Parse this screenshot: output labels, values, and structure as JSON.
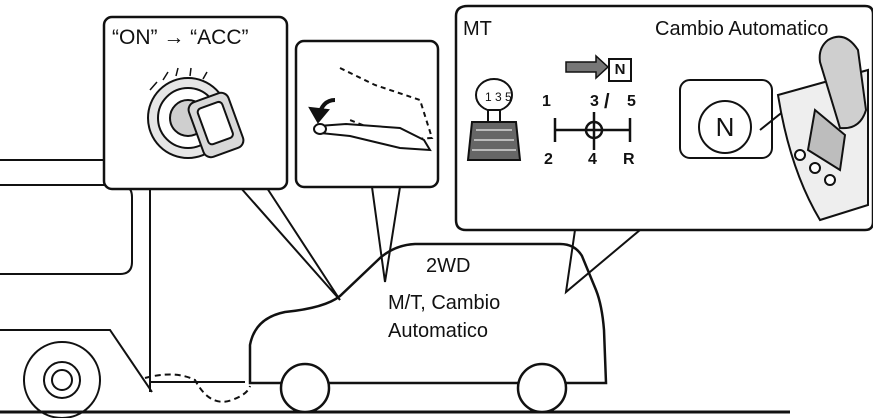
{
  "callouts": {
    "ignition": {
      "label": "“ON” → “ACC”",
      "icon": "ignition-key-icon"
    },
    "parking_brake": {
      "icon": "parking-brake-lever-icon"
    },
    "transmission": {
      "manual_label": "MT",
      "automatic_label": "Cambio Automatico",
      "shift_pattern": {
        "top": [
          "1",
          "3",
          "5"
        ],
        "bottom": [
          "2",
          "4",
          "R"
        ],
        "neutral_box": "N"
      },
      "automatic_selector": "N"
    }
  },
  "vehicle": {
    "drive_label": "2WD",
    "transmission_line1": "M/T, Cambio",
    "transmission_line2": "Automatico"
  },
  "colors": {
    "stroke": "#111111",
    "background": "#ffffff",
    "shading": "#888888"
  }
}
